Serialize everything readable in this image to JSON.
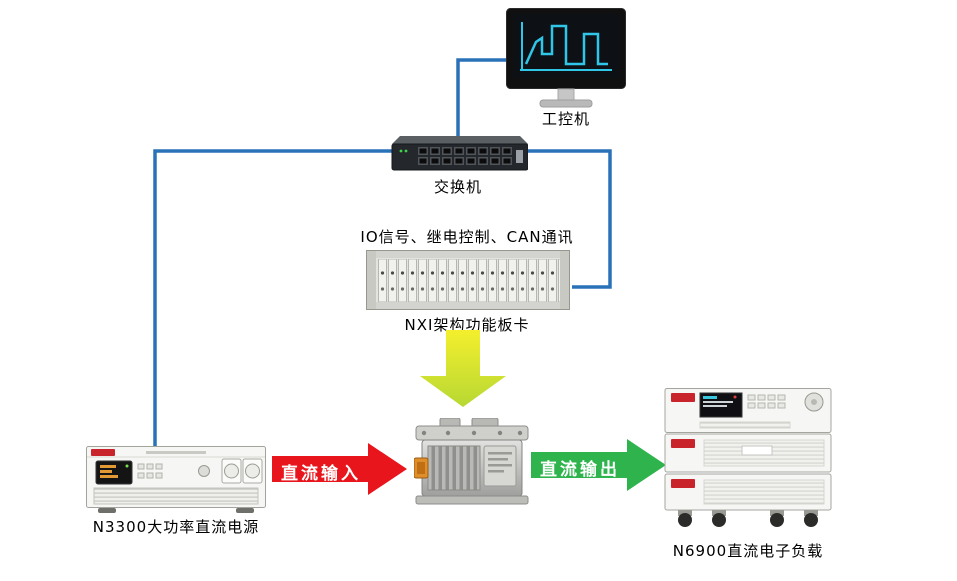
{
  "diagram": {
    "line_color": "#2a72b8",
    "pc": {
      "label": "工控机",
      "screen_accent": "#2fc6e8"
    },
    "switch": {
      "label": "交换机"
    },
    "nxi": {
      "label": "NXI架构功能板卡",
      "bus_text": "IO信号、继电控制、CAN通讯"
    },
    "power_supply": {
      "label": "N3300大功率直流电源",
      "brand_color": "#c9242b"
    },
    "load": {
      "label": "N6900直流电子负载",
      "brand_color": "#c9242b"
    },
    "arrows": {
      "dc_input": {
        "label": "直流输入",
        "color": "#e8161c"
      },
      "dc_output": {
        "label": "直流输出",
        "color": "#2eb34d"
      },
      "control": {
        "color_from": "#f4ef2d",
        "color_to": "#b7d833"
      }
    }
  }
}
